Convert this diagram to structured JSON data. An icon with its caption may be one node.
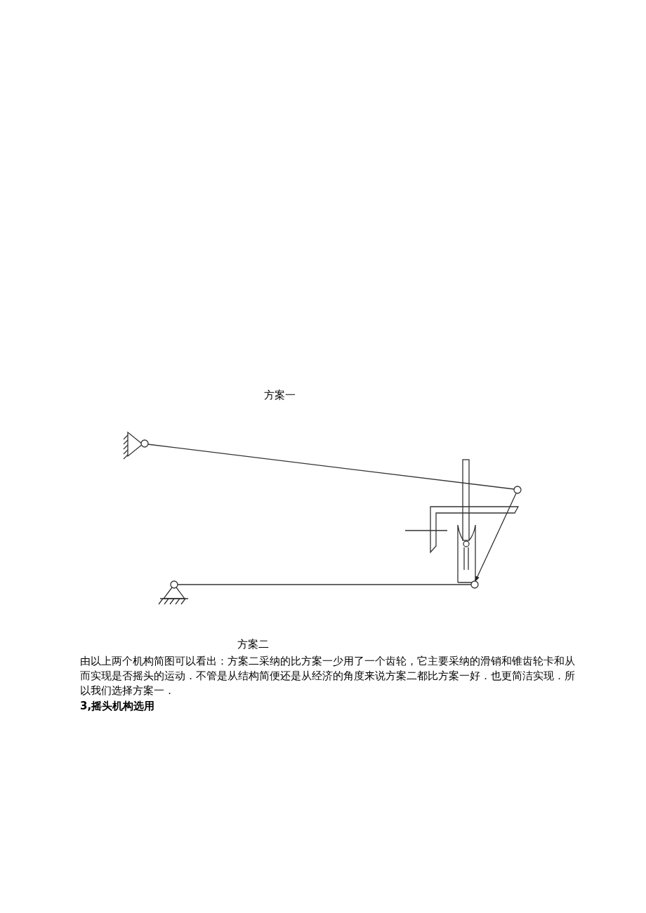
{
  "diagram": {
    "labels": [
      "方案一",
      "方案二",
      "由以上两个机构简图可以看出：方案二采纳的比方案一少用了一个齿轮，它主要采纳的滑销和锥齿轮卡和从而实现是否摇头的运动．不管是从结构简便还是从经济的角度来说方案二都比方案一好．也更简洁实现．所以我们选择方案一．",
      "3,摇头机构选用"
    ]
  }
}
